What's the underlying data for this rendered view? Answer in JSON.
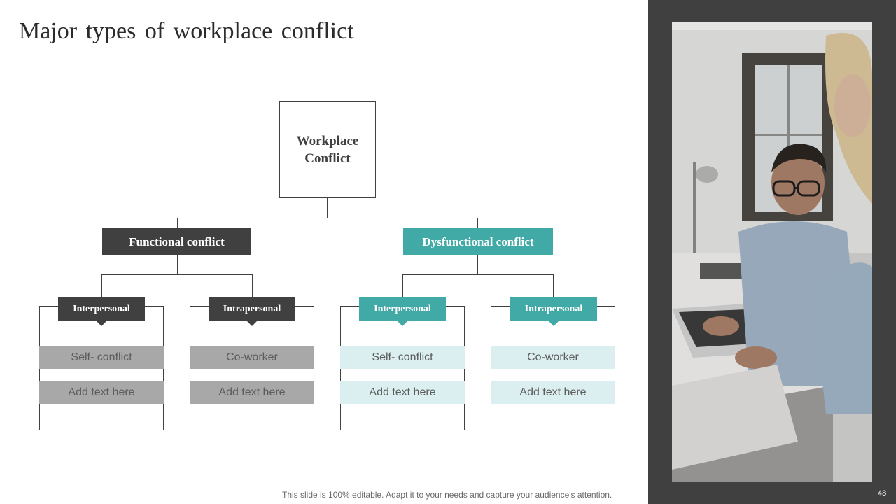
{
  "slide": {
    "title": "Major types of workplace conflict",
    "footer": "This slide is 100% editable. Adapt it to your needs and capture your audience's attention.",
    "page_number": "48"
  },
  "diagram": {
    "root": "Workplace Conflict",
    "branches": [
      {
        "label": "Functional conflict",
        "color": "#404040",
        "children": [
          {
            "tag": "Interpersonal",
            "items": [
              "Self- conflict",
              "Add text here"
            ]
          },
          {
            "tag": "Intrapersonal",
            "items": [
              "Co-worker",
              "Add text here"
            ]
          }
        ]
      },
      {
        "label": "Dysfunctional conflict",
        "color": "#41a9a6",
        "children": [
          {
            "tag": "Interpersonal",
            "items": [
              "Self- conflict",
              "Add text here"
            ]
          },
          {
            "tag": "Intrapersonal",
            "items": [
              "Co-worker",
              "Add text here"
            ]
          }
        ]
      }
    ]
  },
  "colors": {
    "dark": "#404040",
    "teal": "#41a9a6",
    "grey_item": "#a8a8a8",
    "light_teal_item": "#dbeff0"
  }
}
